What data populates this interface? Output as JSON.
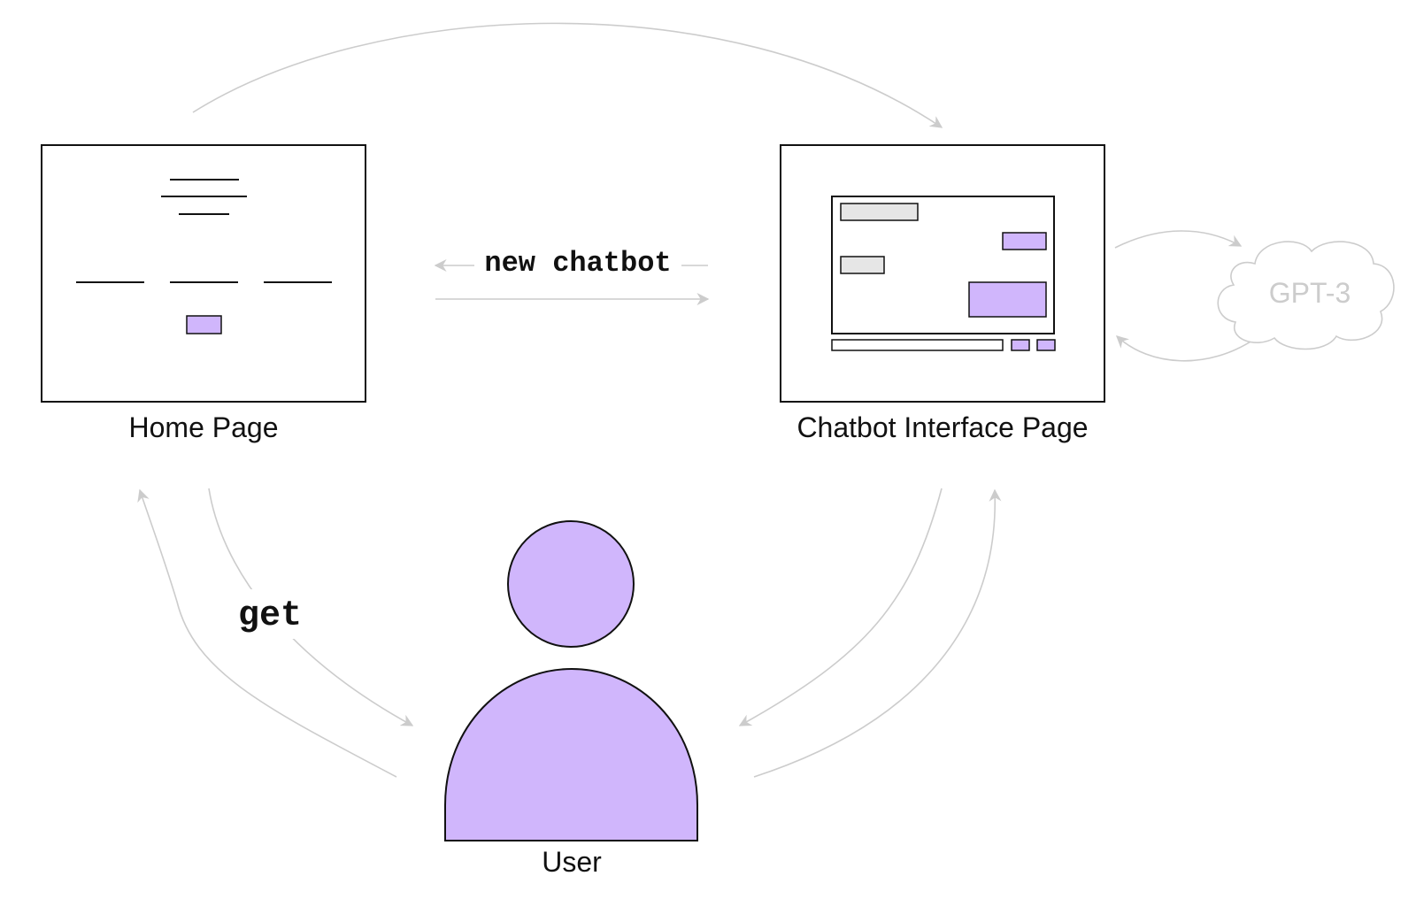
{
  "colors": {
    "accent": "#d0b6fc",
    "placeholder": "#e6e6e6",
    "arrow": "#cccccc",
    "outline": "#111111"
  },
  "nodes": {
    "home": {
      "label": "Home Page"
    },
    "chatbot": {
      "label": "Chatbot Interface Page"
    },
    "gpt": {
      "label": "GPT-3"
    },
    "user": {
      "label": "User"
    }
  },
  "edges": {
    "new_chatbot": {
      "label": "new chatbot"
    },
    "get": {
      "label": "get"
    }
  }
}
